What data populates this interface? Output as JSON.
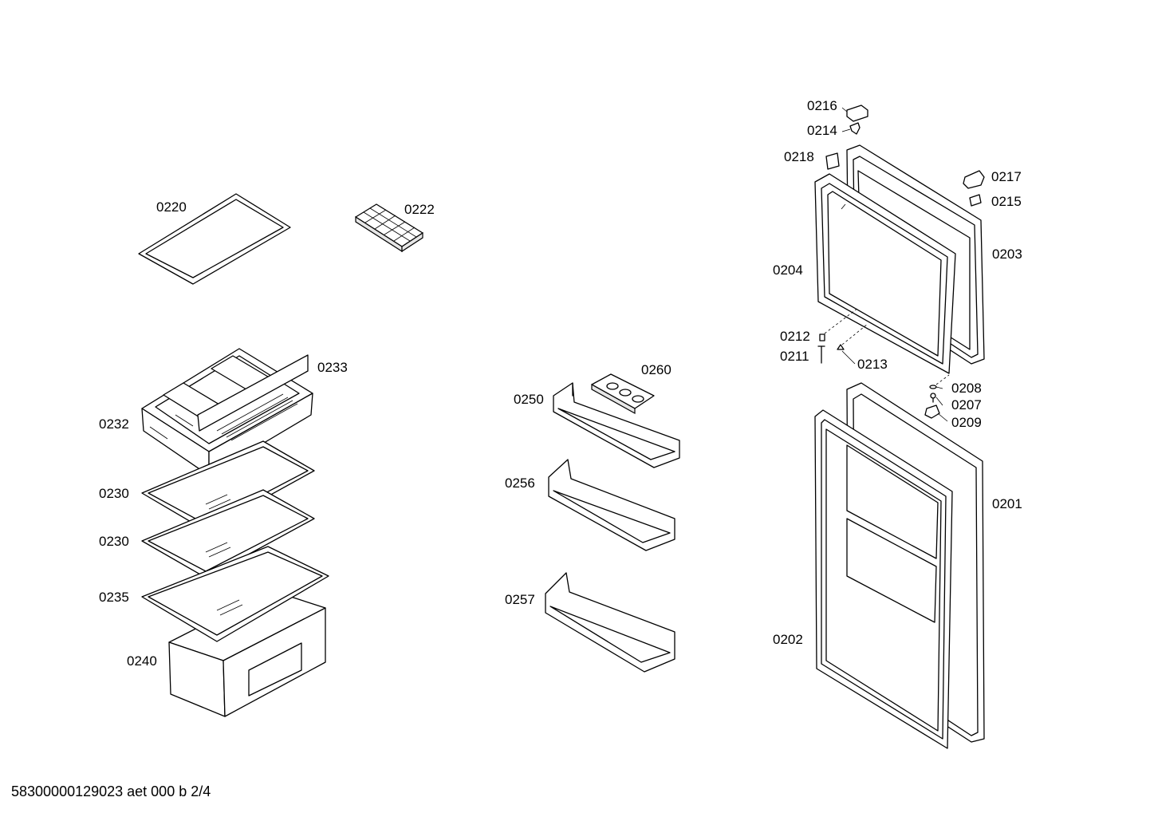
{
  "labels": {
    "p0216": "0216",
    "p0214": "0214",
    "p0218": "0218",
    "p0217": "0217",
    "p0215": "0215",
    "p0203": "0203",
    "p0204": "0204",
    "p0212": "0212",
    "p0211": "0211",
    "p0213": "0213",
    "p0208": "0208",
    "p0207": "0207",
    "p0209": "0209",
    "p0201": "0201",
    "p0202": "0202",
    "p0220": "0220",
    "p0222": "0222",
    "p0233": "0233",
    "p0232": "0232",
    "p0230a": "0230",
    "p0230b": "0230",
    "p0235": "0235",
    "p0240": "0240",
    "p0260": "0260",
    "p0250": "0250",
    "p0256": "0256",
    "p0257": "0257"
  },
  "footer": "58300000129023 aet 000 b 2/4"
}
